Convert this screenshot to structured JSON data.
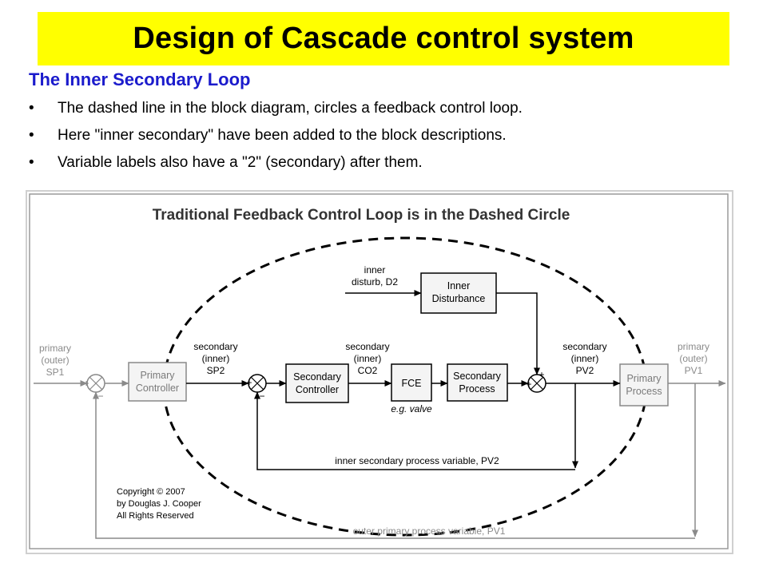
{
  "slide": {
    "title": "Design of Cascade control system",
    "subtitle": "The Inner Secondary Loop",
    "bullet_glyph": "•",
    "bullets": [
      "The dashed line in the block diagram, circles a feedback control loop.",
      "Here \"inner secondary\" have been added to the block descriptions.",
      "Variable labels also have a \"2\" (secondary) after them."
    ]
  },
  "diagram": {
    "title": "Traditional Feedback Control Loop is in the Dashed Circle",
    "blocks": {
      "primary_controller": [
        "Primary",
        "Controller"
      ],
      "secondary_controller": [
        "Secondary",
        "Controller"
      ],
      "fce": [
        "FCE"
      ],
      "secondary_process": [
        "Secondary",
        "Process"
      ],
      "inner_disturbance": [
        "Inner",
        "Disturbance"
      ],
      "primary_process": [
        "Primary",
        "Process"
      ]
    },
    "labels": {
      "primary_sp": [
        "primary",
        "(outer)",
        "SP1"
      ],
      "secondary_sp": [
        "secondary",
        "(inner)",
        "SP2"
      ],
      "secondary_co": [
        "secondary",
        "(inner)",
        "CO2"
      ],
      "secondary_pv": [
        "secondary",
        "(inner)",
        "PV2"
      ],
      "primary_pv": [
        "primary",
        "(outer)",
        "PV1"
      ],
      "inner_disturb": [
        "inner",
        "disturb, D2"
      ],
      "fce_example": "e.g. valve",
      "inner_feedback": "inner secondary process variable, PV2",
      "outer_feedback": "outer primary process variable, PV1"
    },
    "signs": {
      "sum1_plus": "+",
      "sum1_minus": "−",
      "sum2_plus": "+",
      "sum2_minus": "−",
      "sum3_top": "+",
      "sum3_left": "+"
    },
    "copyright": [
      "Copyright © 2007",
      "by Douglas J. Cooper",
      "All Rights Reserved"
    ],
    "colors": {
      "line": "#000000",
      "faded_text": "#7f7f7f",
      "block_fill": "#f4f4f4",
      "frame": "#bdbdbd"
    }
  }
}
